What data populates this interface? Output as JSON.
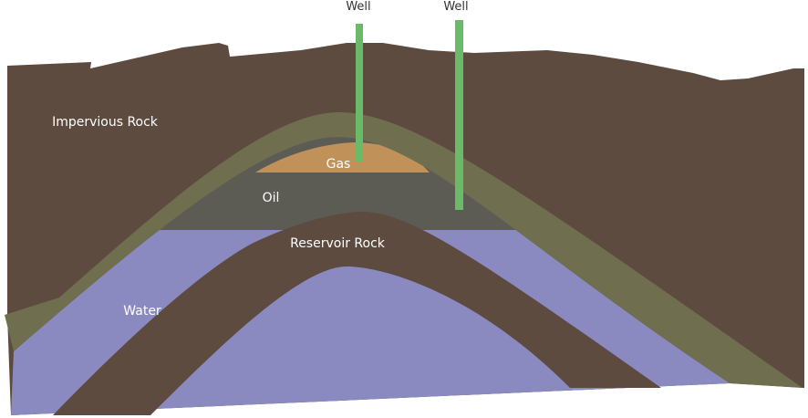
{
  "labels": {
    "impervious_rock": "Impervious Rock",
    "gas": "Gas",
    "oil": "Oil",
    "reservoir_rock": "Reservoir Rock",
    "water": "Water",
    "well_1": "Well",
    "well_2": "Well"
  },
  "colors": {
    "impervious_rock": "#5c4b3e",
    "cap_band": "#6f6e4e",
    "gas": "#c0925a",
    "oil": "#5c5c55",
    "water": "#8b8ac0",
    "reservoir_rock": "#5c4b3e",
    "well": "#6aba6a"
  }
}
